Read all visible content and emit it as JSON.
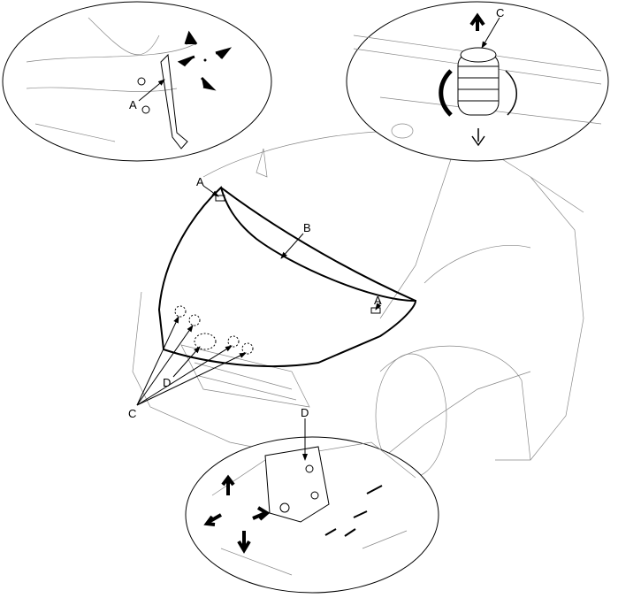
{
  "labels": {
    "detail_hinge_a": "A",
    "detail_bumper_c": "C",
    "hinge_a_left": "A",
    "hood_b": "B",
    "hinge_a_right": "A",
    "bumpers_c": "C",
    "latch_d": "D",
    "detail_latch_d": "D"
  },
  "colors": {
    "line": "#000000",
    "detail": "#888888",
    "background": "#ffffff"
  }
}
